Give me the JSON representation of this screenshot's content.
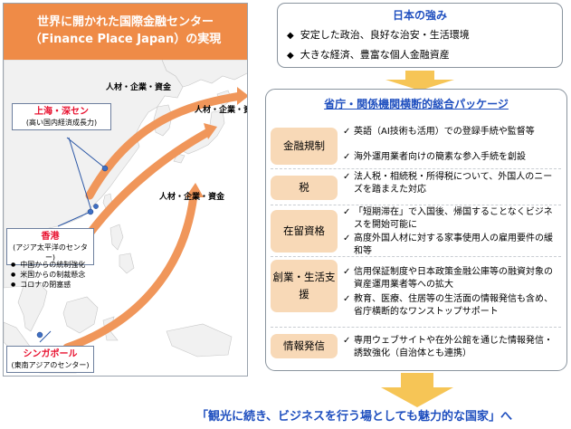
{
  "map_panel": {
    "title_line1": "世界に開かれた国際金融センター",
    "title_line2": "（Finance Place Japan）の実現",
    "flows": [
      "人材・企業・資金",
      "人材・企業・資金",
      "人材・企業・資金"
    ],
    "cities": {
      "shanghai": {
        "name": "上海・深セン",
        "note": "(高い国内経済成長力)"
      },
      "hongkong": {
        "name": "香港",
        "note": "(アジア太平洋のセンター)"
      },
      "singapore": {
        "name": "シンガポール",
        "note": "(東南アジアのセンター)"
      }
    },
    "hongkong_concerns": [
      "中国からの統制強化",
      "米国からの制裁懸念",
      "コロナの閉塞感"
    ]
  },
  "strengths": {
    "title": "日本の強み",
    "items": [
      "安定した政治、良好な治安・生活環境",
      "大きな経済、豊富な個人金融資産"
    ]
  },
  "package": {
    "title": "省庁・関係機関横断的総合パッケージ",
    "categories": [
      {
        "label": "金融規制",
        "measures": [
          "英語（AI技術も活用）での登録手続や監督等",
          "海外運用業者向けの簡素な参入手続を創設"
        ]
      },
      {
        "label": "税",
        "measures": [
          "法人税・相続税・所得税について、外国人のニーズを踏まえた対応"
        ]
      },
      {
        "label": "在留資格",
        "measures": [
          "「短期滞在」で入国後、帰国することなくビジネスを開始可能に",
          "高度外国人材に対する家事使用人の雇用要件の緩和等"
        ]
      },
      {
        "label": "創業・生活支援",
        "measures": [
          "信用保証制度や日本政策金融公庫等の融資対象の資産運用業者等への拡大",
          "教育、医療、住居等の生活面の情報発信も含め、省庁横断的なワンストップサポート"
        ]
      },
      {
        "label": "情報発信",
        "measures": [
          "専用ウェブサイトや在外公館を通じた情報発信・誘致強化（自治体とも連携）"
        ]
      }
    ]
  },
  "conclusion": "「観光に続き、ビジネスを行う場としても魅力的な国家」へ",
  "colors": {
    "header_orange": "#ef8b47",
    "arrow_orange": "#f0965a",
    "title_blue": "#1f4fbf",
    "pill_peach": "#f8d9b7",
    "city_red": "#e8102e",
    "arrow_yellow": "#f6c556"
  }
}
